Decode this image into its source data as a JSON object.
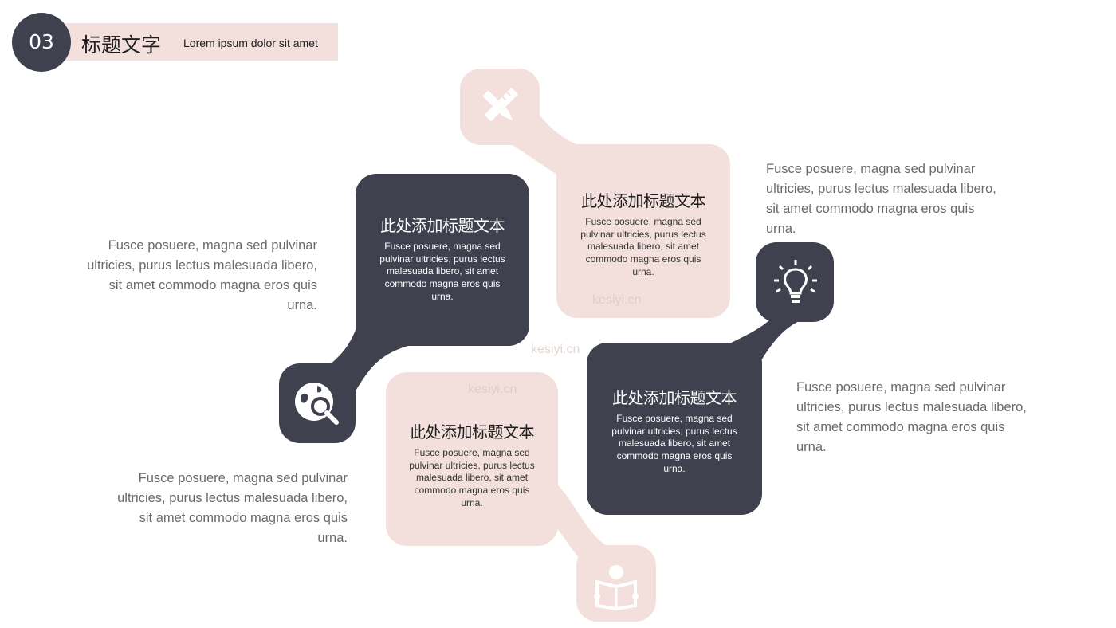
{
  "header": {
    "number": "03",
    "title": "标题文字",
    "subtitle": "Lorem ipsum dolor sit amet"
  },
  "cards": [
    {
      "title": "此处添加标题文本",
      "body": "Fusce posuere, magna sed pulvinar ultricies, purus lectus malesuada libero, sit amet commodo magna eros quis urna.",
      "icon": "search-icon",
      "color": "#3f414f"
    },
    {
      "title": "此处添加标题文本",
      "body": "Fusce posuere, magna sed pulvinar ultricies, purus lectus malesuada libero, sit amet commodo magna eros quis urna.",
      "icon": "pencil-ruler-icon",
      "color": "#f3e0dc"
    },
    {
      "title": "此处添加标题文本",
      "body": "Fusce posuere, magna sed pulvinar ultricies, purus lectus malesuada libero, sit amet commodo magna eros quis urna.",
      "icon": "book-reader-icon",
      "color": "#f3e0dc"
    },
    {
      "title": "此处添加标题文本",
      "body": "Fusce posuere, magna sed pulvinar ultricies, purus lectus malesuada libero, sit amet commodo magna eros quis urna.",
      "icon": "lightbulb-icon",
      "color": "#3f414f"
    }
  ],
  "side_texts": {
    "left_top": "Fusce posuere, magna sed pulvinar ultricies, purus lectus malesuada libero, sit amet commodo magna eros quis urna.",
    "left_bottom": "Fusce posuere, magna sed pulvinar ultricies, purus lectus malesuada libero, sit amet commodo magna eros quis urna.",
    "right_top": "Fusce posuere, magna sed pulvinar ultricies, purus lectus malesuada libero, sit amet commodo magna eros quis urna.",
    "right_bottom": "Fusce posuere, magna sed pulvinar ultricies, purus lectus malesuada libero, sit amet commodo magna eros quis urna."
  },
  "watermark": "kesiyi.cn",
  "colors": {
    "dark": "#3f414f",
    "pink": "#f3e0dc",
    "side_text": "#6a6a6a"
  }
}
